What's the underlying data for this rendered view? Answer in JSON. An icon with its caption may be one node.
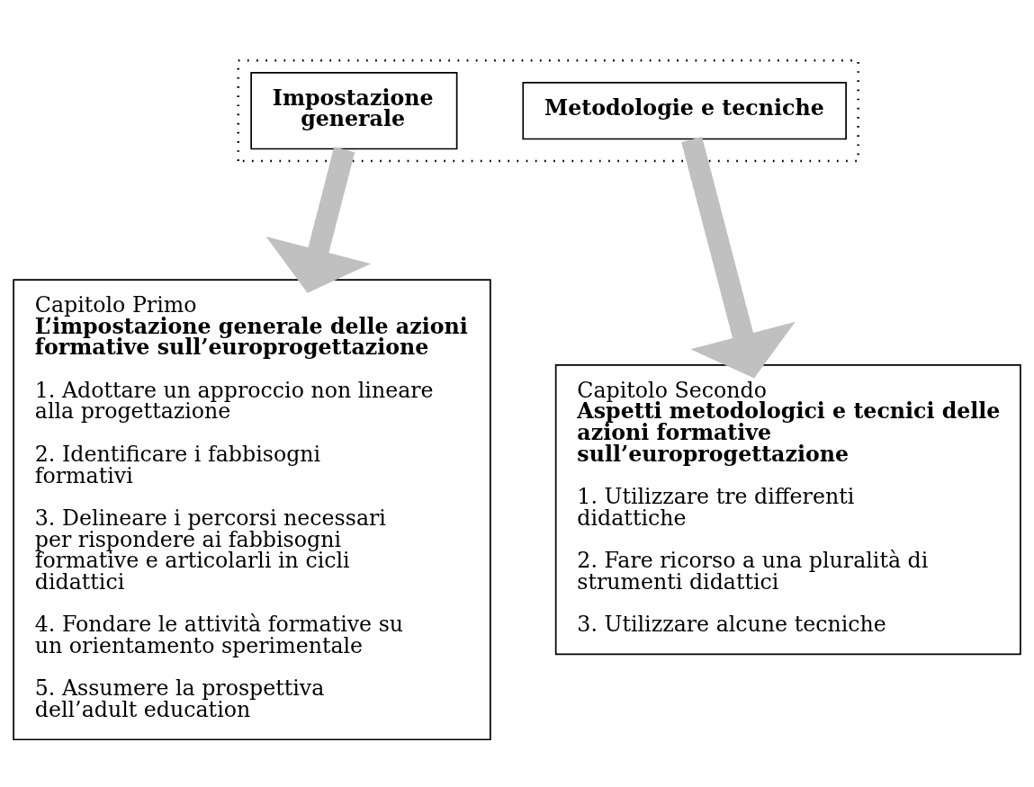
{
  "diagram": {
    "nodes": [
      {
        "text": [],
        "shape": "box"
      },
      {
        "text": [
          "Impostazione generale"
        ],
        "in": 0
      },
      {
        "text": [
          "Metodologie e tecniche"
        ],
        "in": 0
      },
      {
        "text": [
          "Capitolo Primo",
          "L’impostazione generale delle azioni formative sull’europrogettazione",
          "1. Adottare un approccio non lineare alla progettazione",
          "2. Identificare i fabbisogni formativi",
          "3. Delineare i percorsi necessari per rispondere ai fabbisogni formative e articolarli in cicli didattici",
          "4. Fondare le attività formative su un orientamento sperimentale",
          "5. Assumere la prospettiva dell’adult education"
        ]
      },
      {
        "text": [
          "Capitolo Secondo",
          "Aspetti metodologici e tecnici delle azioni formative sull’europrogettazione",
          "1. Utilizzare tre differenti didattiche",
          "2. Fare ricorso a una pluralità di strumenti didattici",
          "3. Utilizzare alcune tecniche"
        ]
      }
    ],
    "edges": [
      {
        "from": 1,
        "to": 3,
        "arrow": "to"
      },
      {
        "from": 2,
        "to": 4,
        "arrow": "to"
      }
    ]
  }
}
